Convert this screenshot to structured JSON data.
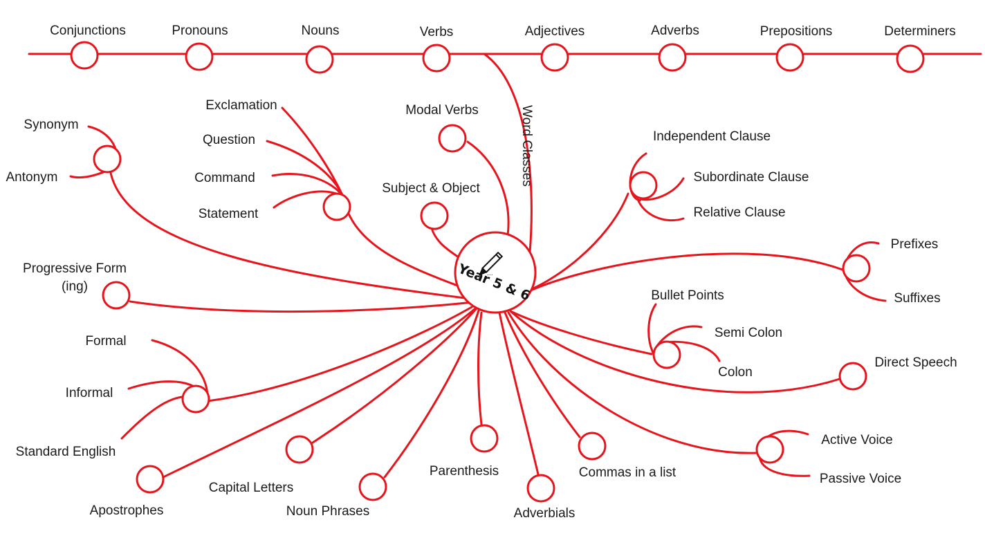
{
  "colors": {
    "line": "#e8141c",
    "text": "#1a1a1a",
    "background": "#ffffff"
  },
  "center": {
    "label": "Year 5 & 6",
    "icon": "pencil-icon"
  },
  "timeline": {
    "caption": "Word Classes",
    "items": [
      "Conjunctions",
      "Pronouns",
      "Nouns",
      "Verbs",
      "Adjectives",
      "Adverbs",
      "Prepositions",
      "Determiners"
    ]
  },
  "labels": {
    "synonym": "Synonym",
    "antonym": "Antonym",
    "exclamation": "Exclamation",
    "question": "Question",
    "command": "Command",
    "statement": "Statement",
    "modal_verbs": "Modal Verbs",
    "subject_object": "Subject & Object",
    "independent_clause": "Independent Clause",
    "subordinate_clause": "Subordinate Clause",
    "relative_clause": "Relative Clause",
    "progressive_form_1": "Progressive Form",
    "progressive_form_2": "(ing)",
    "prefixes": "Prefixes",
    "suffixes": "Suffixes",
    "bullet_points": "Bullet Points",
    "semi_colon": "Semi Colon",
    "colon": "Colon",
    "direct_speech": "Direct Speech",
    "formal": "Formal",
    "informal": "Informal",
    "standard_english": "Standard English",
    "active_voice": "Active Voice",
    "passive_voice": "Passive Voice",
    "apostrophes": "Apostrophes",
    "capital_letters": "Capital Letters",
    "noun_phrases": "Noun Phrases",
    "parenthesis": "Parenthesis",
    "adverbials": "Adverbials",
    "commas_in_a_list": "Commas in a list"
  }
}
